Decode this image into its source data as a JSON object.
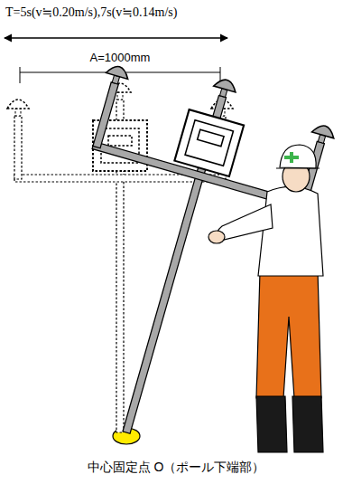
{
  "diagram": {
    "labels": [
      "T=5s(v≒0.20m/s),7s(v≒0.14m/s)",
      "A=1000mm",
      "中心固定点 O（ポール下端部）"
    ]
  }
}
